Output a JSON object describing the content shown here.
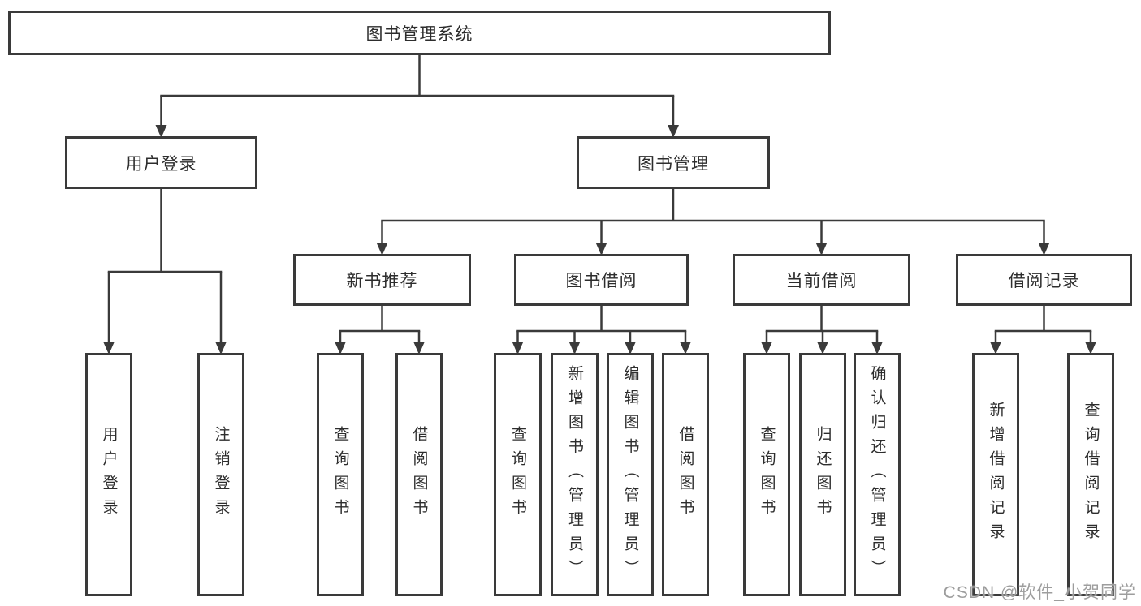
{
  "colors": {
    "line": "#3a3a3a",
    "text": "#2d2d2d",
    "watermark": "#9d9d9d",
    "background": "#ffffff"
  },
  "watermark": "CSDN @软件_小贺同学",
  "tree": {
    "id": "library-system",
    "label": "图书管理系统",
    "children": [
      {
        "id": "user-login-group",
        "label": "用户登录",
        "children": [
          {
            "id": "user-login",
            "label": "用户登录"
          },
          {
            "id": "logout",
            "label": "注销登录"
          }
        ]
      },
      {
        "id": "book-management",
        "label": "图书管理",
        "children": [
          {
            "id": "new-book-recommendation",
            "label": "新书推荐",
            "children": [
              {
                "id": "query-books-a",
                "label": "查询图书"
              },
              {
                "id": "borrow-books-a",
                "label": "借阅图书"
              }
            ]
          },
          {
            "id": "book-borrowing",
            "label": "图书借阅",
            "children": [
              {
                "id": "query-books-b",
                "label": "查询图书"
              },
              {
                "id": "add-book-admin",
                "label": "新增图书（管理员）"
              },
              {
                "id": "edit-book-admin",
                "label": "编辑图书（管理员）"
              },
              {
                "id": "borrow-books-b",
                "label": "借阅图书"
              }
            ]
          },
          {
            "id": "current-borrowing",
            "label": "当前借阅",
            "children": [
              {
                "id": "query-books-c",
                "label": "查询图书"
              },
              {
                "id": "return-books",
                "label": "归还图书"
              },
              {
                "id": "confirm-return-admin",
                "label": "确认归还（管理员）"
              }
            ]
          },
          {
            "id": "borrowing-records",
            "label": "借阅记录",
            "children": [
              {
                "id": "add-borrow-record",
                "label": "新增借阅记录"
              },
              {
                "id": "query-borrow-record",
                "label": "查询借阅记录"
              }
            ]
          }
        ]
      }
    ]
  }
}
